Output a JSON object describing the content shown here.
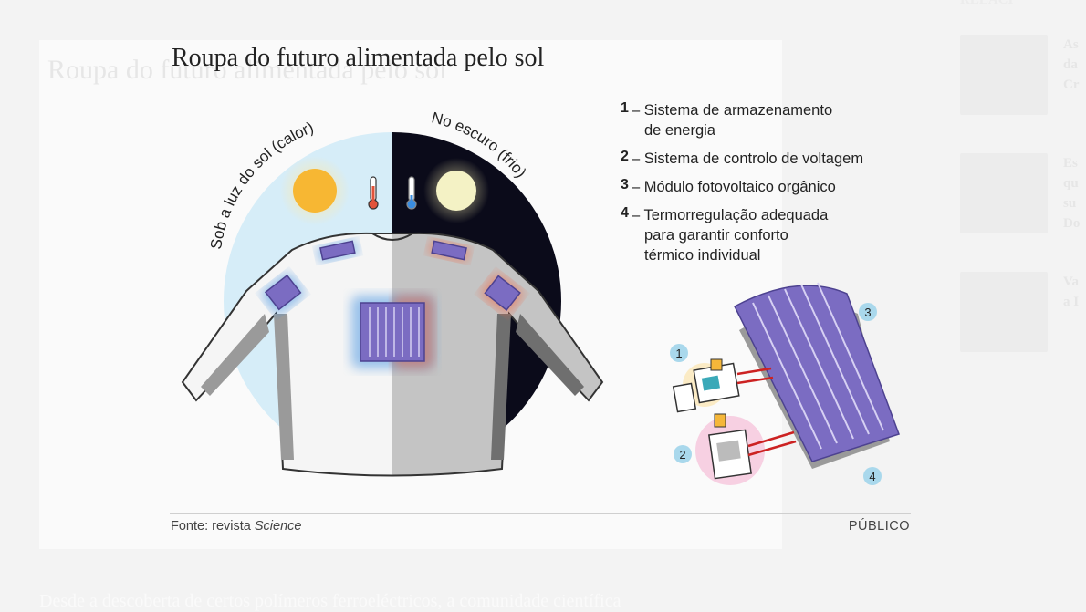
{
  "infographic": {
    "title": "Roupa do futuro alimentada pelo sol",
    "day_label": "Sob a luz do sol (calor)",
    "night_label": "No escuro (frio)",
    "legend": [
      {
        "num": "1",
        "text": "Sistema de armazenamento\nde energia"
      },
      {
        "num": "2",
        "text": "Sistema de controlo de voltagem"
      },
      {
        "num": "3",
        "text": "Módulo fotovoltaico orgânico"
      },
      {
        "num": "4",
        "text": "Termorregulação adequada\npara garantir conforto\ntérmico individual"
      }
    ],
    "markers": [
      "1",
      "2",
      "3",
      "4"
    ],
    "source_label": "Fonte: revista ",
    "source_name": "Science",
    "brand": "PÚBLICO"
  },
  "colors": {
    "day_sky": "#d6edf8",
    "night_sky": "#0b0b1a",
    "sun": "#f7b733",
    "moon": "#f4f2c5",
    "panel": "#7b6cc2",
    "warm_glow": "#f06a4a",
    "cool_glow": "#3a8de0",
    "marker": "#a9d8ec"
  },
  "background_page": {
    "title": "Roupa do futuro alimentada pelo sol",
    "caption": "Desde a descoberta de certos polímeros ferroeléctricos, a comunidade científica",
    "sidebar_header": "RELACI",
    "related": [
      {
        "title": "As\nda\nCr"
      },
      {
        "title": "Es\nqu\nsu\nDo"
      },
      {
        "title": "Va\na I"
      }
    ]
  }
}
